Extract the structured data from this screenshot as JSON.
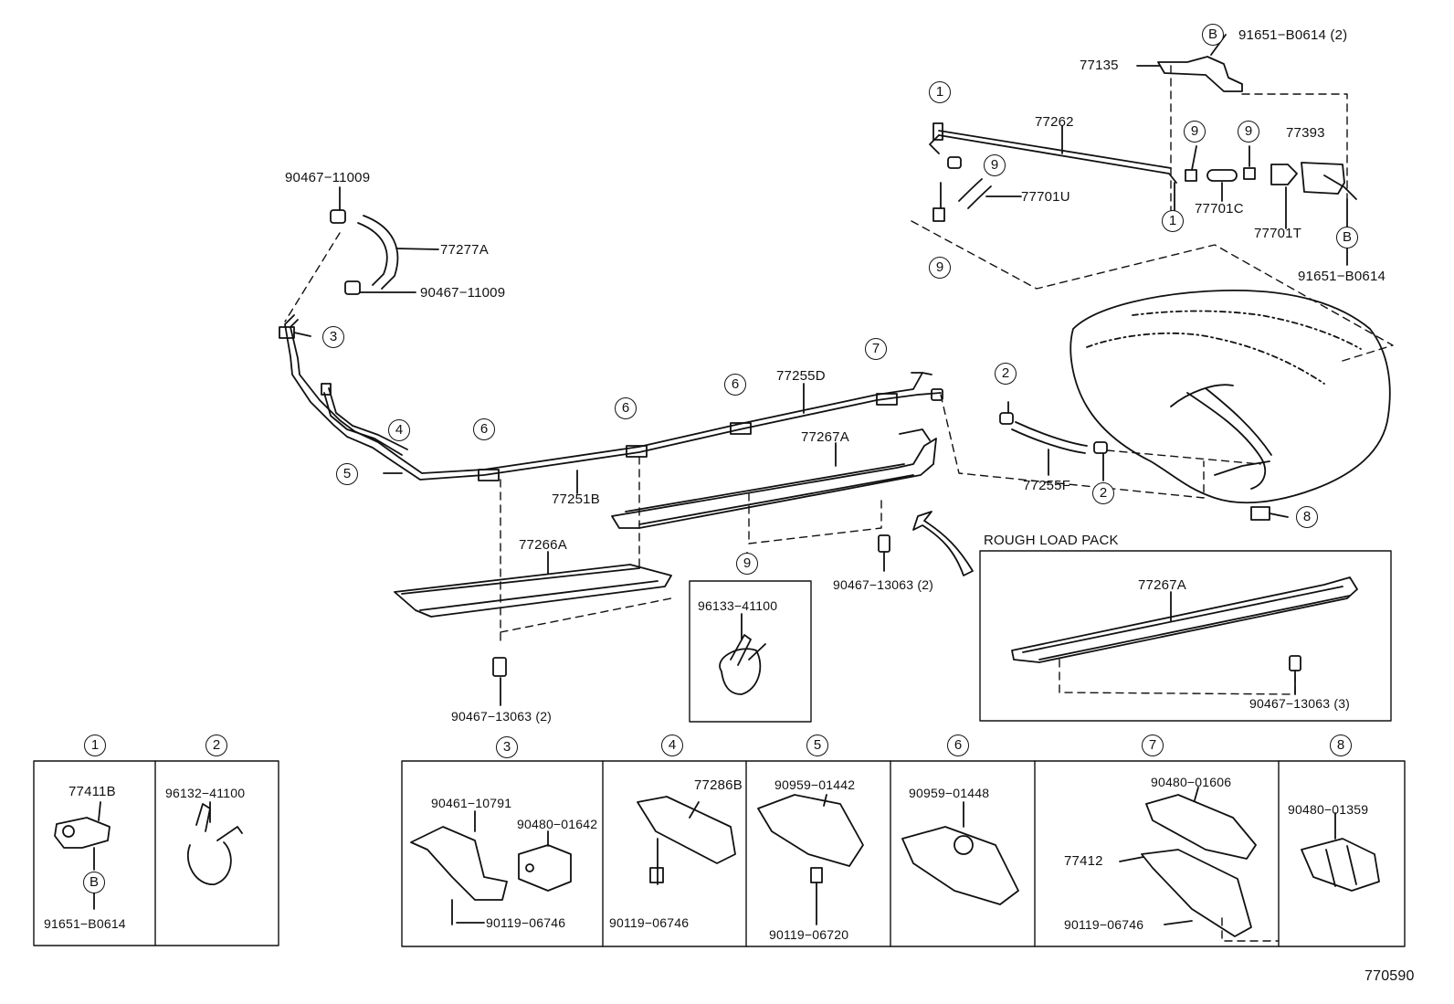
{
  "diagram": {
    "part_numbers": {
      "p77135": "77135",
      "p91651_b0614_2": "91651−B0614 (2)",
      "p77262": "77262",
      "p77393": "77393",
      "p77701u": "77701U",
      "p77701c": "77701C",
      "p77701t": "77701T",
      "p91651_b0614_right": "91651−B0614",
      "p90467_11009_top": "90467−11009",
      "p77277a": "77277A",
      "p90467_11009_mid": "90467−11009",
      "p77255d": "77255D",
      "p77267a_main": "77267A",
      "p77251b": "77251B",
      "p77255f": "77255F",
      "p77266a": "77266A",
      "p90467_13063_2_mid": "90467−13063 (2)",
      "p96133_41100": "96133−41100",
      "p90467_13063_2_left": "90467−13063 (2)",
      "p77267a_rough": "77267A",
      "p90467_13063_3": "90467−13063 (3)",
      "p77411b": "77411B",
      "p91651_b0614_box1": "91651−B0614",
      "p96132_41100": "96132−41100",
      "p90461_10791": "90461−10791",
      "p90480_01642": "90480−01642",
      "p90119_06746_box3": "90119−06746",
      "p77286b": "77286B",
      "p90119_06746_box4": "90119−06746",
      "p90959_01442": "90959−01442",
      "p90119_06720": "90119−06720",
      "p90959_01448": "90959−01448",
      "p90480_01606": "90480−01606",
      "p77412": "77412",
      "p90119_06746_box7": "90119−06746",
      "p90480_01359": "90480−01359"
    },
    "callouts": {
      "c1_top": "1",
      "c1_bottom": "1",
      "c9_a": "9",
      "c9_b": "9",
      "c9_c": "9",
      "c9_d": "9",
      "c9_main": "9",
      "c3": "3",
      "c4": "4",
      "c5": "5",
      "c6_a": "6",
      "c6_b": "6",
      "c6_c": "6",
      "c7": "7",
      "c2_a": "2",
      "c2_b": "2",
      "c8": "8",
      "cB_top": "B",
      "cB_right": "B",
      "cB_box1": "B"
    },
    "rough_load_pack_label": "ROUGH LOAD PACK",
    "detail_headers": [
      "1",
      "2",
      "3",
      "4",
      "5",
      "6",
      "7",
      "8"
    ],
    "figure_code": "770590"
  }
}
